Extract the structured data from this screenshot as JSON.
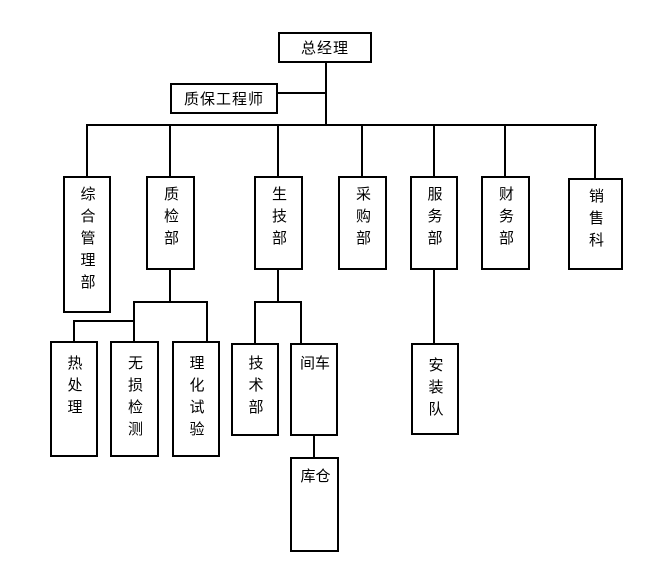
{
  "diagram": {
    "type": "organization-chart",
    "background_color": "#ffffff",
    "line_color": "#000000",
    "nodes": {
      "general_manager": {
        "label": "总经理"
      },
      "qa_engineer": {
        "label": "质保工程师"
      },
      "general_management_dept": {
        "label": "综合管理部"
      },
      "quality_inspection_dept": {
        "label": "质检部"
      },
      "production_tech_dept": {
        "label": "生技部"
      },
      "purchasing_dept": {
        "label": "采购部"
      },
      "service_dept": {
        "label": "服务部"
      },
      "finance_dept": {
        "label": "财务部"
      },
      "sales_section": {
        "label": "销售科"
      },
      "heat_treatment": {
        "label": "热处理"
      },
      "ndt_inspection": {
        "label": "无损检测"
      },
      "physical_chemical_test": {
        "label": "理化试验"
      },
      "technology_dept": {
        "label": "技术部"
      },
      "workshop": {
        "label": "车间"
      },
      "installation_team": {
        "label": "安装队"
      },
      "warehouse": {
        "label": "仓库"
      }
    },
    "edges": [
      {
        "from": "general_manager",
        "to": "qa_engineer"
      },
      {
        "from": "general_manager",
        "to": "general_management_dept"
      },
      {
        "from": "general_manager",
        "to": "quality_inspection_dept"
      },
      {
        "from": "general_manager",
        "to": "production_tech_dept"
      },
      {
        "from": "general_manager",
        "to": "purchasing_dept"
      },
      {
        "from": "general_manager",
        "to": "service_dept"
      },
      {
        "from": "general_manager",
        "to": "finance_dept"
      },
      {
        "from": "general_manager",
        "to": "sales_section"
      },
      {
        "from": "quality_inspection_dept",
        "to": "heat_treatment"
      },
      {
        "from": "quality_inspection_dept",
        "to": "ndt_inspection"
      },
      {
        "from": "quality_inspection_dept",
        "to": "physical_chemical_test"
      },
      {
        "from": "production_tech_dept",
        "to": "technology_dept"
      },
      {
        "from": "production_tech_dept",
        "to": "workshop"
      },
      {
        "from": "service_dept",
        "to": "installation_team"
      },
      {
        "from": "workshop",
        "to": "warehouse"
      }
    ]
  }
}
